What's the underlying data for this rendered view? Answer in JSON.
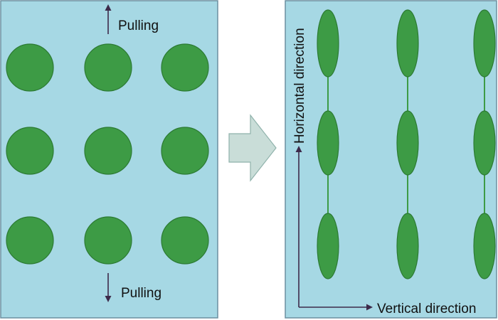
{
  "colors": {
    "panel_fill": "#a6d8e4",
    "panel_border": "#6b8fa0",
    "circle_fill": "#3d9b45",
    "circle_stroke": "#2c7a33",
    "arrow_color": "#3d2a4a",
    "transition_arrow_fill": "#c9ddd8",
    "transition_arrow_stroke": "#8fb2ab"
  },
  "left_panel": {
    "top_label": "Pulling",
    "bottom_label": "Pulling"
  },
  "right_panel": {
    "axis_vertical_label": "Horizontal direction",
    "axis_horizontal_label": "Vertical direction"
  }
}
